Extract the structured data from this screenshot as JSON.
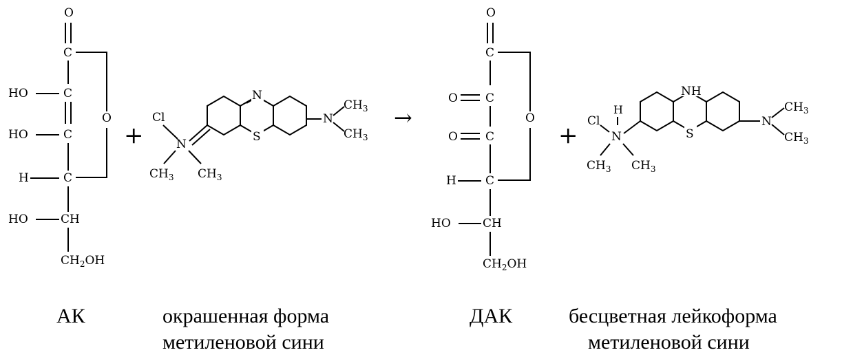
{
  "atoms": {
    "O": "O",
    "C": "C",
    "HO": "HO",
    "H": "H",
    "CH": "CH",
    "OH": "OH",
    "N": "N",
    "NH": "NH",
    "S": "S",
    "Cl": "Cl",
    "sub2": "2",
    "sub3": "3"
  },
  "symbols": {
    "plus": "+",
    "arrow": "→"
  },
  "captions": {
    "ak": "АК",
    "colored_line1": "окрашенная форма",
    "colored_line2": "метиленовой сини",
    "dak": "ДАК",
    "leuco_line1": "бесцветная лейкоформа",
    "leuco_line2": "метиленовой сини"
  }
}
